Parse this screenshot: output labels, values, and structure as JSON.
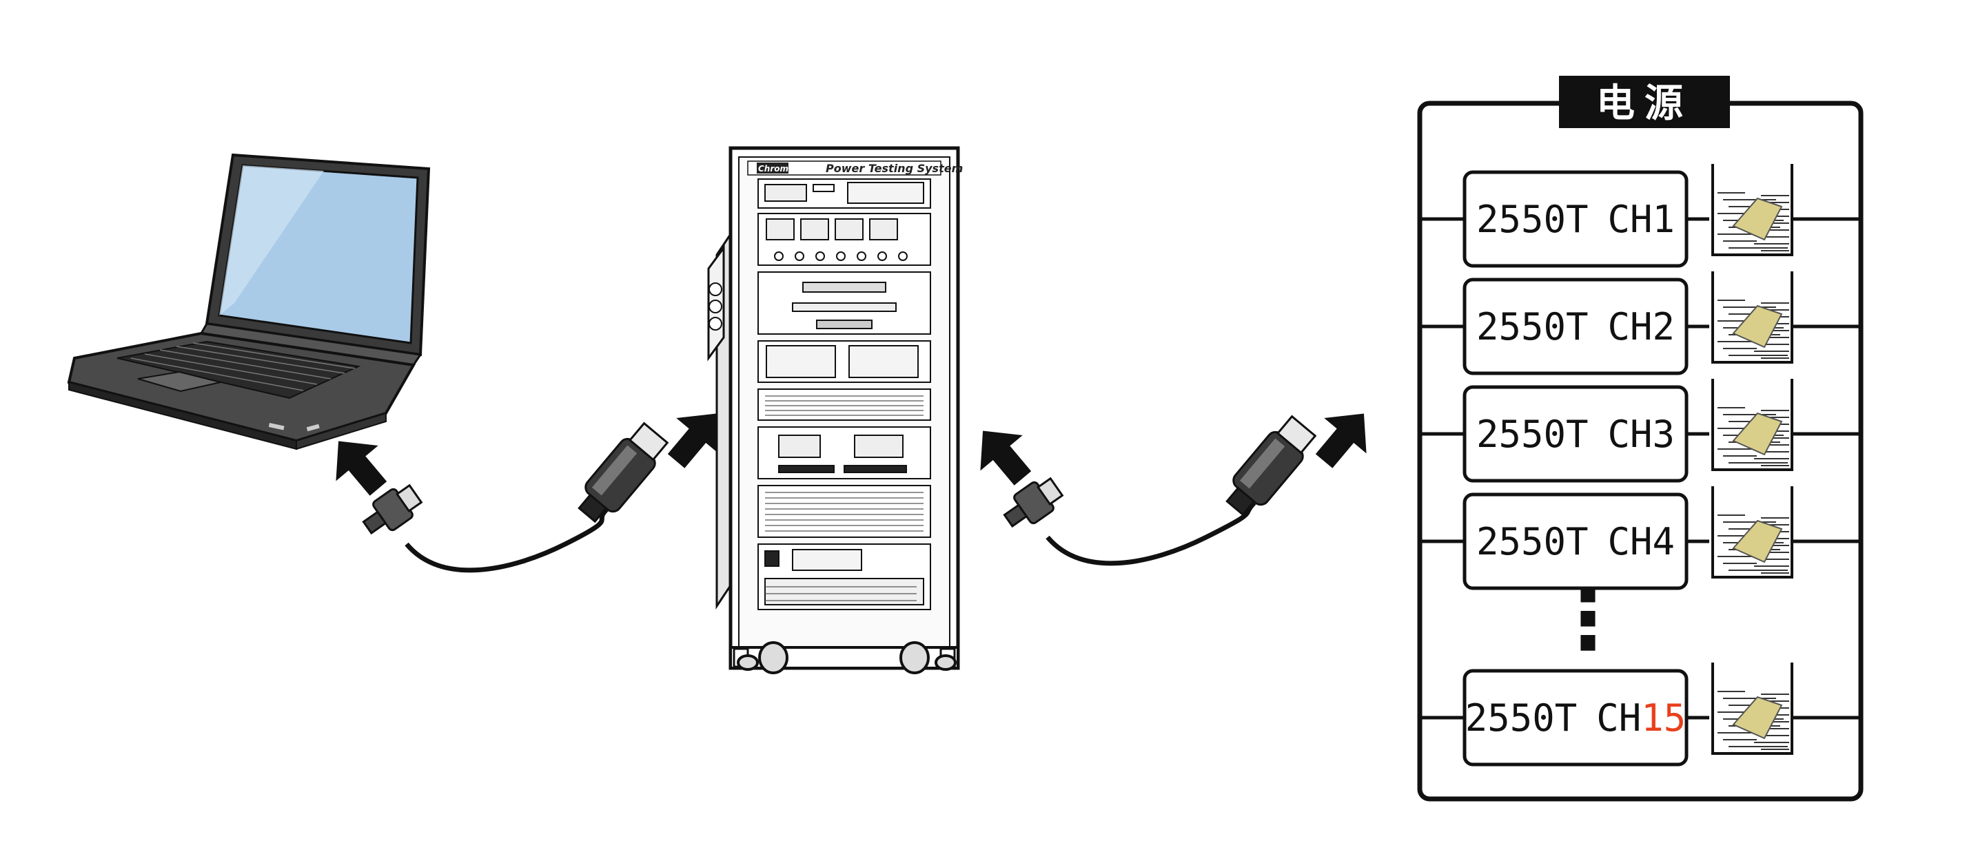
{
  "diagram": {
    "nodes": {
      "laptop": {
        "icon": "laptop-icon"
      },
      "rack": {
        "icon": "rack-cabinet-icon",
        "brand": "Chroma",
        "panel_title": "Power Testing System"
      },
      "power_box": {
        "title": "电源"
      }
    },
    "cables": [
      {
        "icon": "usb-cable-icon",
        "connects": [
          "laptop",
          "rack"
        ]
      },
      {
        "icon": "usb-cable-icon",
        "connects": [
          "rack",
          "power_box"
        ]
      }
    ],
    "channels": [
      {
        "model": "2550T",
        "ch_prefix": "CH",
        "ch_num": "1",
        "ch_num_color": "#111111"
      },
      {
        "model": "2550T",
        "ch_prefix": "CH",
        "ch_num": "2",
        "ch_num_color": "#111111"
      },
      {
        "model": "2550T",
        "ch_prefix": "CH",
        "ch_num": "3",
        "ch_num_color": "#111111"
      },
      {
        "model": "2550T",
        "ch_prefix": "CH",
        "ch_num": "4",
        "ch_num_color": "#111111"
      },
      {
        "model": "2550T",
        "ch_prefix": "CH",
        "ch_num": "15",
        "ch_num_color": "#e8401c"
      }
    ],
    "ellipsis": "⋮",
    "colors": {
      "line": "#111111",
      "box_fill": "#ffffff",
      "title_bg": "#111111",
      "highlight": "#e8401c",
      "sample": "#d9cf8a",
      "screen": "#a9cbe8"
    }
  }
}
